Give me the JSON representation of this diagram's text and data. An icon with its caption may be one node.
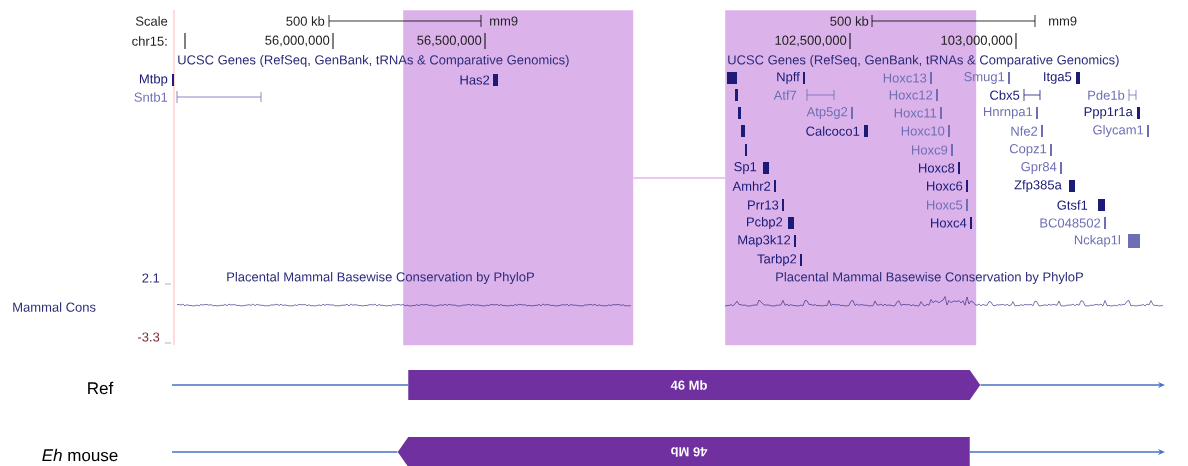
{
  "diagram": {
    "nodes": [
      {
        "text": [],
        "shape": "box"
      },
      {
        "text": [],
        "shape": "box"
      },
      {
        "text": [
          "46 Mb"
        ]
      },
      {
        "text": [
          "46 Mb"
        ]
      }
    ],
    "edges": [
      {
        "from": 0,
        "to": 1,
        "arrow": "none",
        "color": "#e3b5ee"
      },
      {
        "from": null,
        "to": 2,
        "arrow": "none"
      },
      {
        "from": 2,
        "to": null,
        "arrow": "to"
      },
      {
        "from": null,
        "to": 3,
        "arrow": "none"
      },
      {
        "from": 3,
        "to": null,
        "arrow": "to"
      }
    ],
    "labels": [
      "Scale",
      "500 kb",
      "mm9",
      "chr15:",
      "56,000,000",
      "56,500,000",
      "UCSC Genes (RefSeq, GenBank, tRNAs & Comparative Genomics)",
      "Mtbp",
      "Sntb1",
      "Has2",
      "500 kb",
      "mm9",
      "102,500,000",
      "103,000,000",
      "UCSC Genes (RefSeq, GenBank, tRNAs & Comparative Genomics)",
      "Npff",
      "Hoxc13",
      "Smug1",
      "Itga5",
      "Atf7",
      "Hoxc12",
      "Cbx5",
      "Pde1b",
      "Atp5g2",
      "Hoxc11",
      "Hnrnpa1",
      "Ppp1r1a",
      "Calcoco1",
      "Hoxc10",
      "Nfe2",
      "Glycam1",
      "Hoxc9",
      "Copz1",
      "Sp1",
      "Hoxc8",
      "Gpr84",
      "Amhr2",
      "Hoxc6",
      "Zfp385a",
      "Prr13",
      "Hoxc5",
      "Gtsf1",
      "Pcbp2",
      "Hoxc4",
      "BC048502",
      "Map3k12",
      "Nckap1l",
      "Tarbp2",
      "2.1",
      "Placental Mammal Basewise Conservation by PhyloP",
      "Placental Mammal Basewise Conservation by PhyloP",
      "Mammal Cons",
      "-3.3",
      "Ref",
      "*Eh* mouse"
    ]
  }
}
